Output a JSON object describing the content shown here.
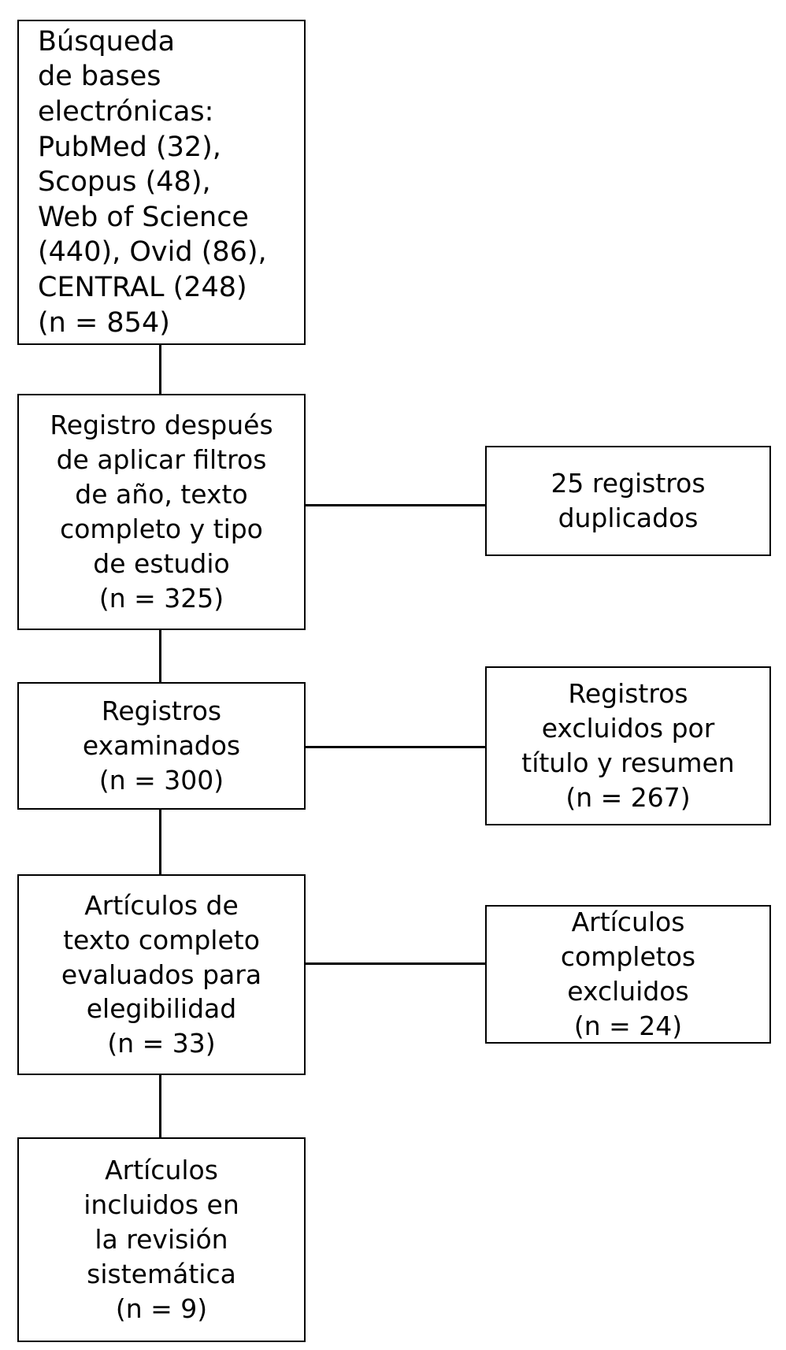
{
  "diagram": {
    "kind": "prisma-flow-diagram",
    "language": "es",
    "colors": {
      "background": "#ffffff",
      "box_border": "#000000",
      "box_fill": "#ffffff",
      "connector": "#000000",
      "text": "#000000"
    },
    "boxes": {
      "sources": {
        "text": "Búsqueda\nde bases\nelectrónicas:\nPubMed (32),\nScopus (48),\nWeb of Science\n(440), Ovid (86),\nCENTRAL (248)\n(n = 854)",
        "count_label": "(n = 854)",
        "count": 854,
        "databases": [
          {
            "name": "PubMed",
            "count": 32
          },
          {
            "name": "Scopus",
            "count": 48
          },
          {
            "name": "Web of Science",
            "count": 440
          },
          {
            "name": "Ovid",
            "count": 86
          },
          {
            "name": "CENTRAL",
            "count": 248
          }
        ]
      },
      "filtered": {
        "text": "Registro después\nde aplicar filtros\nde año, texto\ncompleto y tipo\nde estudio\n(n = 325)",
        "count_label": "(n = 325)",
        "count": 325
      },
      "duplicates": {
        "text": "25 registros\nduplicados",
        "count": 25
      },
      "screened": {
        "text": "Registros\nexaminados\n(n = 300)",
        "count_label": "(n = 300)",
        "count": 300
      },
      "excluded_title": {
        "text": "Registros\nexcluidos por\ntítulo y resumen\n(n = 267)",
        "count_label": "(n = 267)",
        "count": 267
      },
      "fulltext": {
        "text": "Artículos de\ntexto completo\nevaluados para\nelegibilidad\n(n = 33)",
        "count_label": "(n = 33)",
        "count": 33
      },
      "excluded_full": {
        "text": "Artículos\ncompletos\nexcluidos\n(n = 24)",
        "count_label": "(n = 24)",
        "count": 24
      },
      "included": {
        "text": "Artículos\nincluidos en\nla revisión\nsistemática\n(n = 9)",
        "count_label": "(n = 9)",
        "count": 9
      }
    }
  }
}
